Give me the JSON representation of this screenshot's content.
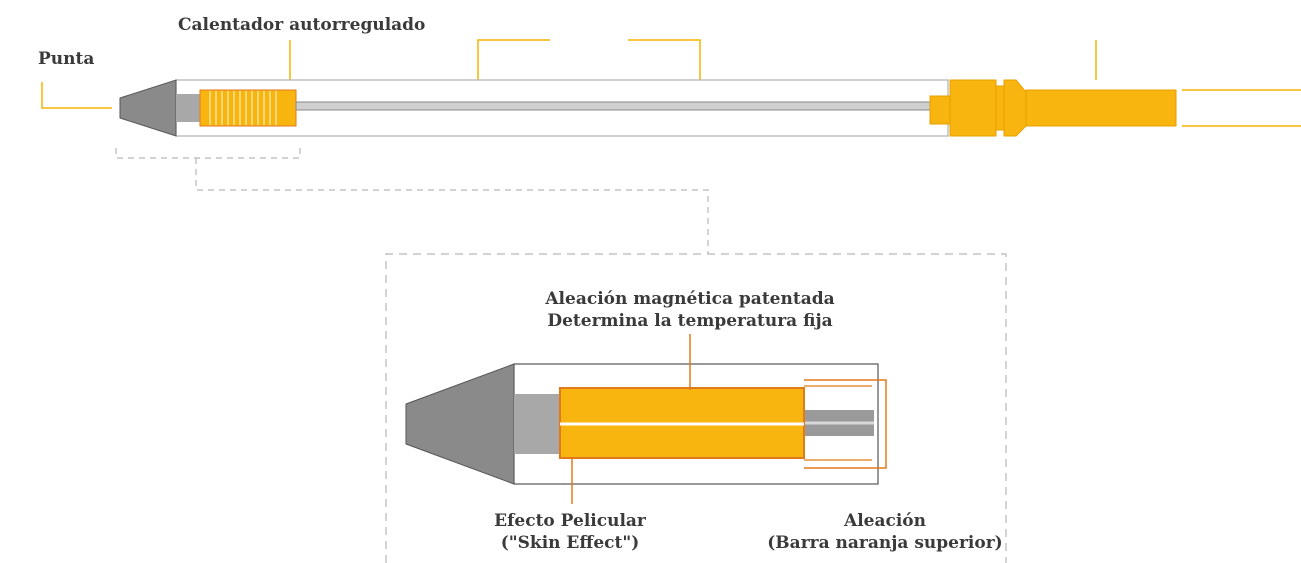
{
  "labels": {
    "tip": "Punta",
    "heater": "Calentador autorregulado",
    "alloy_title_line1": "Aleación magnética patentada",
    "alloy_title_line2": "Determina la temperatura fija",
    "skin_effect_line1": "Efecto Pelicular",
    "skin_effect_line2": "(\"Skin Effect\")",
    "alloy_line1": "Aleación",
    "alloy_line2": "(Barra naranja superior)"
  },
  "colors": {
    "accent_orange": "#f9b50f",
    "orange_outline": "#e07a1a",
    "callout_yellow": "#f5b400",
    "tip_gray": "#8a8a8a",
    "text": "#3a3a3a",
    "dashed": "#b8b8b8"
  }
}
